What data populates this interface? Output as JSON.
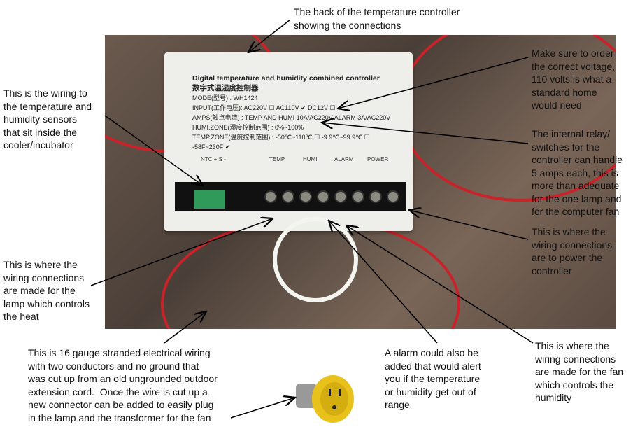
{
  "annotations": {
    "top": "The back of the temperature controller\nshowing the connections",
    "sensor_wiring": "This is the wiring to\nthe temperature and\nhumidity sensors\nthat sit inside the\ncooler/incubator",
    "lamp_wiring": "This is where the\nwiring connections\nare made for the\nlamp which controls\nthe heat",
    "gauge_wire": "This is 16 gauge stranded electrical wiring\nwith two conductors and no ground that\nwas cut up from an old ungrounded outdoor\nextension cord.  Once the wire is cut up a\nnew connector can be added to easily plug\nin the lamp and the transformer for the fan",
    "alarm": "A alarm could also be\nadded that would alert\nyou if the temperature\nor humidity get out of\nrange",
    "fan_wiring": "This is where the\nwiring connections\nare made for the fan\nwhich controls the\nhumidity",
    "voltage": "Make sure to order\nthe correct voltage,\n110 volts is what a\nstandard home\nwould need",
    "relay": "The internal relay/\nswitches for the\ncontroller can handle\n5 amps each, this is\nmore than adequate\nfor the one lamp and\nfor the computer fan",
    "power": "This is where the\nwiring connections\nare to power the\ncontroller"
  },
  "device": {
    "title": "Digital temperature and humidity combined controller",
    "title_cn": "数字式温湿度控制器",
    "model": "MODE(型号) : WH1424",
    "input": "INPUT(工作电压):  AC220V ☐    AC110V ✔    DC12V ☐",
    "amps": "AMPS(触点电流) : TEMP AND HUMI 10A/AC220V   ALARM 3A/AC220V",
    "humi_zone": "HUMI.ZONE(湿度控制范围) : 0%~100%",
    "temp_zone": "TEMP.ZONE(温度控制范围) : -50℃~110℃ ☐ -9.9℃~99.9℃ ☐ -58F~230F ✔",
    "relays": [
      "NTC + S -",
      "TEMP.",
      "HUMI",
      "ALARM",
      "POWER"
    ]
  }
}
